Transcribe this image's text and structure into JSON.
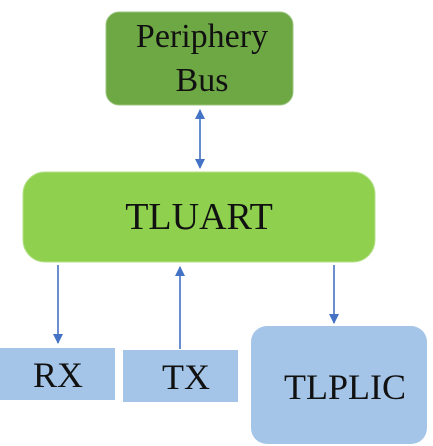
{
  "nodes": {
    "periphery_bus": {
      "line1": "Periphery",
      "line2": "Bus"
    },
    "tluart": {
      "label": "TLUART"
    },
    "rx": {
      "label": "RX"
    },
    "tx": {
      "label": "TX"
    },
    "tlplic": {
      "label": "TLPLIC"
    }
  },
  "colors": {
    "periphery_bus_fill": "#6ea845",
    "tluart_fill": "#8fd14f",
    "io_box_fill": "#a4c5e8",
    "arrow": "#4472c4"
  },
  "edges": [
    {
      "from": "periphery_bus",
      "to": "tluart",
      "style": "bidirectional"
    },
    {
      "from": "tluart",
      "to": "rx",
      "style": "directed"
    },
    {
      "from": "tx",
      "to": "tluart",
      "style": "directed"
    },
    {
      "from": "tluart",
      "to": "tlplic",
      "style": "directed"
    }
  ]
}
